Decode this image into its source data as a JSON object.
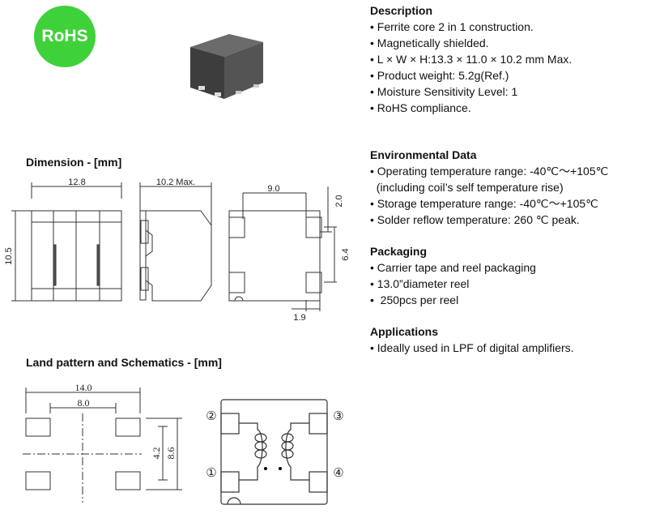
{
  "badge": {
    "label": "RoHS",
    "color": "#3fd13a"
  },
  "dimension": {
    "title": "Dimension -  [mm]",
    "labels": {
      "width": "12.8",
      "height": "10.5",
      "depth": "10.2 Max.",
      "pad_span": "9.0",
      "pad_top": "2.0",
      "pad_pitch": "6.4",
      "pad_width": "1.9"
    }
  },
  "land": {
    "title": "Land pattern and Schematics -  [mm]",
    "labels": {
      "outer": "14.0",
      "inner": "8.0",
      "inner_h": "4.2",
      "outer_h": "8.6"
    },
    "pins": [
      "②",
      "③",
      "①",
      "④"
    ]
  },
  "description": {
    "title": "Description",
    "items": [
      "• Ferrite core 2 in 1 construction.",
      "• Magnetically shielded.",
      "• L × W × H:13.3 × 11.0  × 10.2 mm Max.",
      "• Product weight: 5.2g(Ref.)",
      "• Moisture Sensitivity Level: 1",
      "• RoHS compliance."
    ]
  },
  "environmental": {
    "title": "Environmental Data",
    "items": [
      "• Operating temperature range: -40℃～+105℃",
      "  (including coil’s self temperature rise)",
      "• Storage temperature range: -40℃～+105℃",
      "• Solder reflow temperature: 260 ℃ peak."
    ]
  },
  "packaging": {
    "title": "Packaging",
    "items": [
      "• Carrier tape and reel packaging",
      "• 13.0”diameter reel",
      "•  250pcs per reel"
    ]
  },
  "applications": {
    "title": "Applications",
    "items": [
      "• Ideally used in LPF of digital amplifiers."
    ]
  }
}
